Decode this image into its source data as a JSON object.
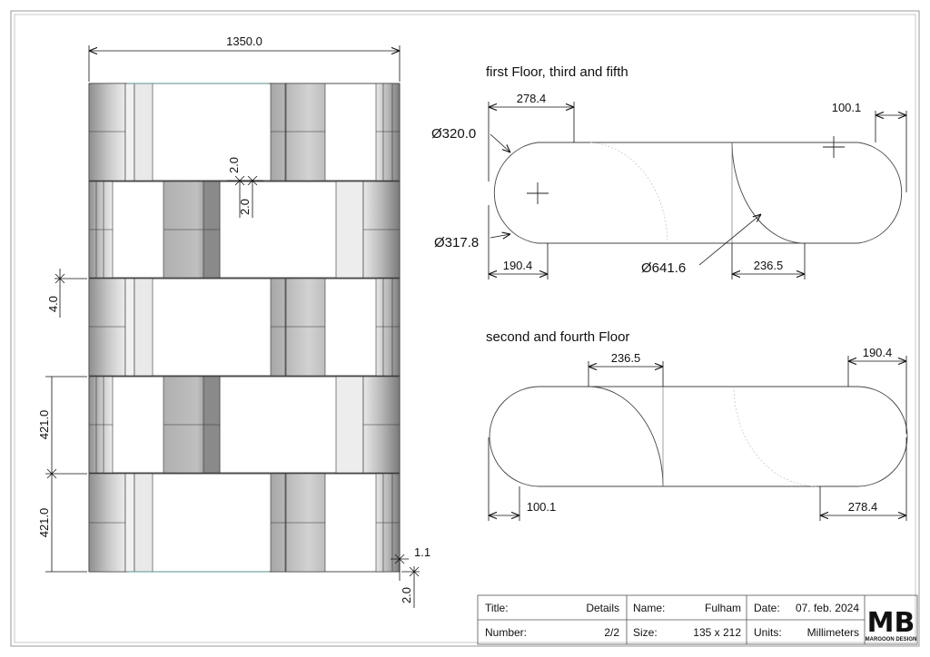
{
  "elevation": {
    "width_dim": "1350.0",
    "gap_dim_a": "2.0",
    "gap_dim_b": "2.0",
    "step_dim": "4.0",
    "row_dim_1": "421.0",
    "row_dim_2": "421.0",
    "edge_dim": "1.1",
    "bottom_dim": "2.0"
  },
  "plan_top": {
    "label": "first Floor, third and fifth",
    "dim_left_top": "278.4",
    "dim_right_top": "100.1",
    "dia_outer": "Ø320.0",
    "dia_inner": "Ø317.8",
    "dim_left_bottom": "190.4",
    "dia_arc": "Ø641.6",
    "dim_mid_bottom": "236.5"
  },
  "plan_bottom": {
    "label": "second and fourth Floor",
    "dim_mid_top": "236.5",
    "dim_right_top": "190.4",
    "dim_left_bottom": "100.1",
    "dim_right_bottom": "278.4"
  },
  "title_block": {
    "title_label": "Title:",
    "title_value": "Details",
    "name_label": "Name:",
    "name_value": "Fulham",
    "date_label": "Date:",
    "date_value": "07. feb. 2024",
    "number_label": "Number:",
    "number_value": "2/2",
    "size_label": "Size:",
    "size_value": "135 x 212",
    "units_label": "Units:",
    "units_value": "Millimeters",
    "logo_text": "MB",
    "logo_caption": "MARGOON DESIGN"
  }
}
